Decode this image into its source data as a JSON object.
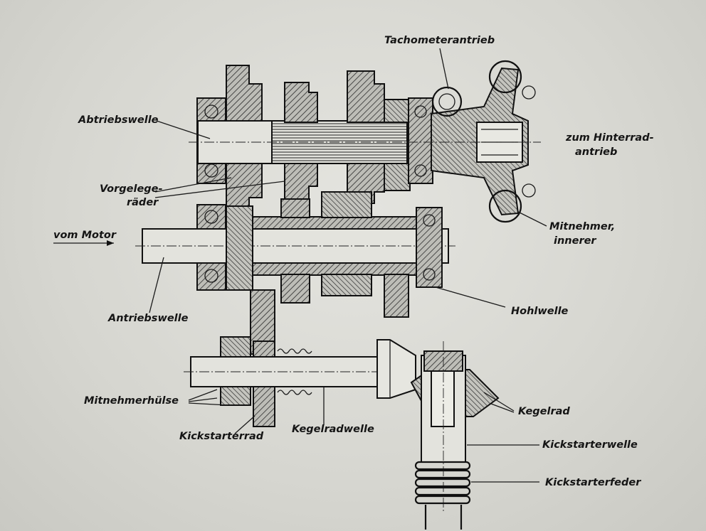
{
  "labels": {
    "tachometer_drive": "Tachometerantrieb",
    "output_shaft": "Abtriebswelle",
    "to_rear_wheel_drive_line1": "zum Hinterrad-",
    "to_rear_wheel_drive_line2": "antrieb",
    "countershaft_gears_line1": "Vorgelege-",
    "countershaft_gears_line2": "räder",
    "from_engine": "vom Motor",
    "driver_inner_line1": "Mitnehmer,",
    "driver_inner_line2": "innerer",
    "input_shaft": "Antriebswelle",
    "hollow_shaft": "Hohlwelle",
    "driver_sleeve": "Mitnehmerhülse",
    "bevel_gear": "Kegelrad",
    "kickstarter_gear": "Kickstarterrad",
    "bevel_gear_shaft": "Kegelradwelle",
    "kickstarter_shaft": "Kickstarterwelle",
    "kickstarter_spring": "Kickstarterfeder"
  },
  "colors": {
    "paper": "#d9d9d4",
    "ink": "#111111",
    "hatch": "#2a2a2a"
  }
}
